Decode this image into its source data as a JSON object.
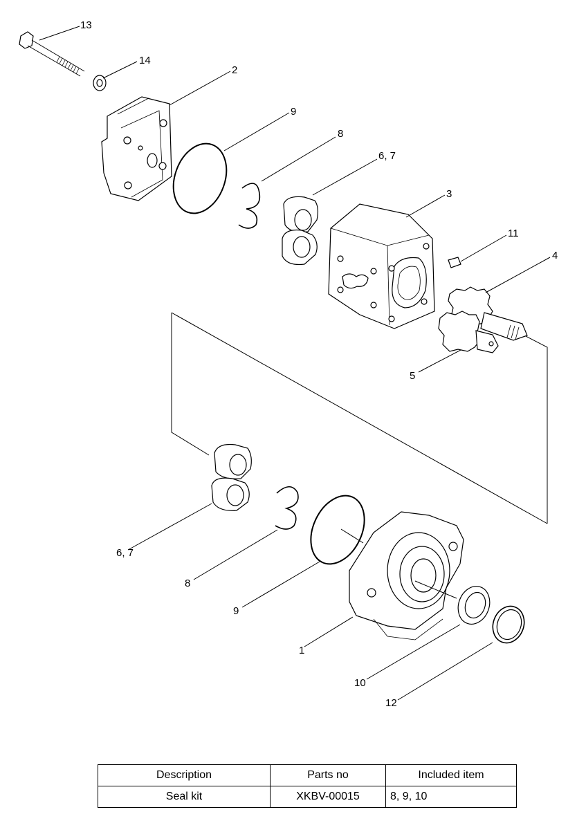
{
  "callouts": {
    "c13": "13",
    "c14": "14",
    "c2": "2",
    "c9a": "9",
    "c8a": "8",
    "c67a": "6, 7",
    "c3": "3",
    "c11": "11",
    "c4": "4",
    "c5": "5",
    "c67b": "6, 7",
    "c8b": "8",
    "c9b": "9",
    "c1": "1",
    "c10": "10",
    "c12": "12"
  },
  "table": {
    "headers": [
      "Description",
      "Parts no",
      "Included item"
    ],
    "rows": [
      [
        "Seal kit",
        "XKBV-00015",
        "8, 9, 10"
      ]
    ]
  }
}
